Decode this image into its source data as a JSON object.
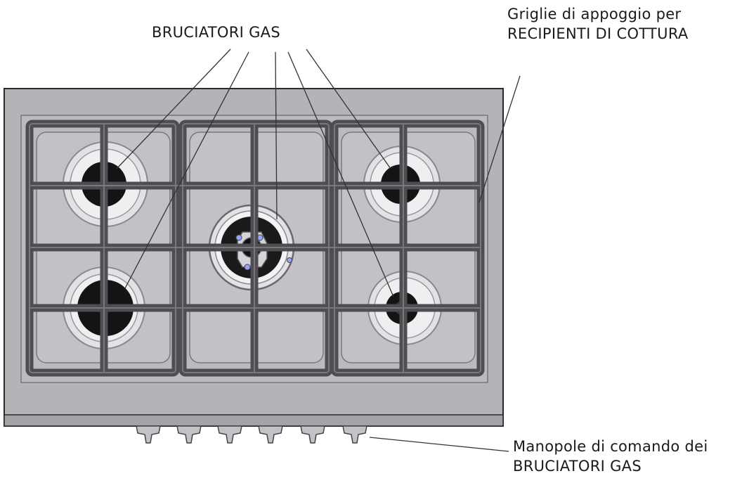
{
  "labels": {
    "burners": "BRUCIATORI GAS",
    "grids_line1": "Griglie di appoggio per",
    "grids_line2": "RECIPIENTI DI COTTURA",
    "knobs_line1": "Manopole di comando dei",
    "knobs_line2": "BRUCIATORI GAS"
  },
  "colors": {
    "cooktop": "#b5b3b8",
    "grate": "#4f4d52",
    "burner_cap": "#141414",
    "ring": "#ececec",
    "knob": "#c4c2c6",
    "leader": "#333333"
  },
  "burners_count": 5,
  "knobs_count": 6
}
